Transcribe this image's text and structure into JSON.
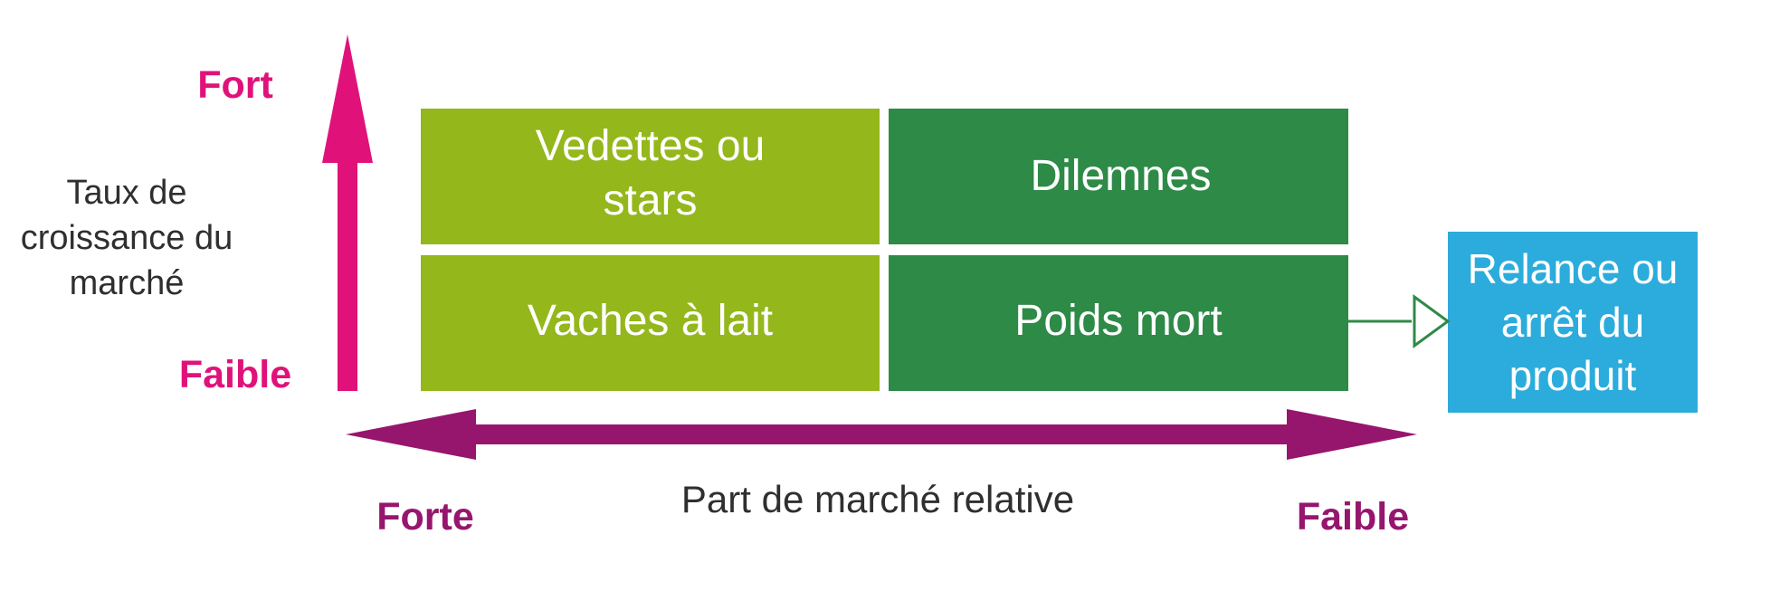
{
  "y_axis": {
    "top_label": "Fort",
    "bottom_label": "Faible",
    "title": "Taux de croissance du marché"
  },
  "x_axis": {
    "left_label": "Forte",
    "right_label": "Faible",
    "title": "Part de marché relative"
  },
  "quadrants": {
    "stars": "Vedettes ou stars",
    "dilemmas": "Dilemnes",
    "cash_cows": "Vaches à lait",
    "dogs": "Poids mort"
  },
  "outcome": "Relance ou arrêt du produit",
  "colors": {
    "light_green": "#94b71b",
    "dark_green": "#2e8a47",
    "blue": "#2cacdc",
    "pink": "#e0127a",
    "purple": "#96166e"
  }
}
